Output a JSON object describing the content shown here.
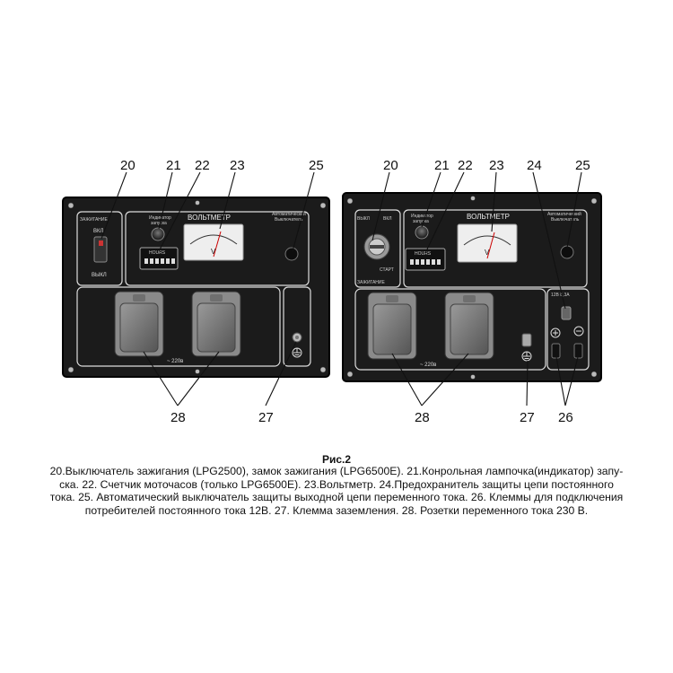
{
  "left_panel": {
    "callouts_top": [
      "20",
      "21",
      "22",
      "23",
      "25"
    ],
    "callouts_bottom": [
      "28",
      "27"
    ],
    "labels": {
      "ignition": "ЗАЖИГАНИЕ",
      "on": "ВКЛ",
      "off": "ВЫКЛ",
      "indicator": "Индикатор",
      "indicator2": "запуска",
      "voltmeter": "ВОЛЬТМЕТР",
      "breaker": "Автоматический",
      "breaker2": "Выключатель",
      "hours": "HOURS",
      "volt_unit": "V",
      "ac": "~ 220в"
    }
  },
  "right_panel": {
    "callouts_top": [
      "20",
      "21",
      "22",
      "23",
      "24",
      "25"
    ],
    "callouts_bottom": [
      "28",
      "27",
      "26"
    ],
    "labels": {
      "off": "ВЫКЛ",
      "on": "ВКЛ",
      "start": "СТАРТ",
      "ignition": "ЗАЖИГАНИЕ",
      "indicator": "Индикатор",
      "indicator2": "запуска",
      "voltmeter": "ВОЛЬТМЕТР",
      "breaker": "Автоматический",
      "breaker2": "Выключатель",
      "hours": "HOURS",
      "volt_unit": "V",
      "dc": "12В 8,3А",
      "ac": "~ 220в"
    }
  },
  "figure_title": "Рис.2",
  "caption_lines": [
    "20.Выключатель зажигания (LPG2500), замок зажигания (LPG6500E). 21.Конрольная лампочка(индикатор) запу-",
    "ска. 22. Счетчик моточасов (только LPG6500E). 23.Вольтметр. 24.Предохранитель защиты цепи постоянного",
    "тока. 25. Автоматический выключатель защиты выходной цепи переменного тока. 26. Клеммы для подключения",
    "потребителей постоянного тока 12В. 27. Клемма заземления. 28. Розетки переменного тока 230 В."
  ]
}
